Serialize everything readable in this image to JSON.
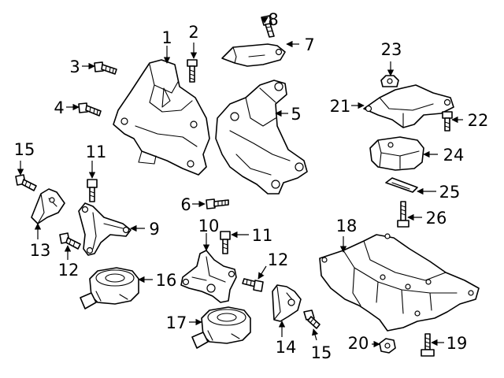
{
  "colors": {
    "line": "#000000",
    "background": "#ffffff"
  },
  "callouts": {
    "c1": "1",
    "c2": "2",
    "c3": "3",
    "c4": "4",
    "c5": "5",
    "c6": "6",
    "c7": "7",
    "c8": "8",
    "c9": "9",
    "c10": "10",
    "c11a": "11",
    "c11b": "11",
    "c12a": "12",
    "c12b": "12",
    "c13": "13",
    "c14": "14",
    "c15a": "15",
    "c15b": "15",
    "c16": "16",
    "c17": "17",
    "c18": "18",
    "c19": "19",
    "c20": "20",
    "c21": "21",
    "c22": "22",
    "c23": "23",
    "c24": "24",
    "c25": "25",
    "c26": "26"
  }
}
